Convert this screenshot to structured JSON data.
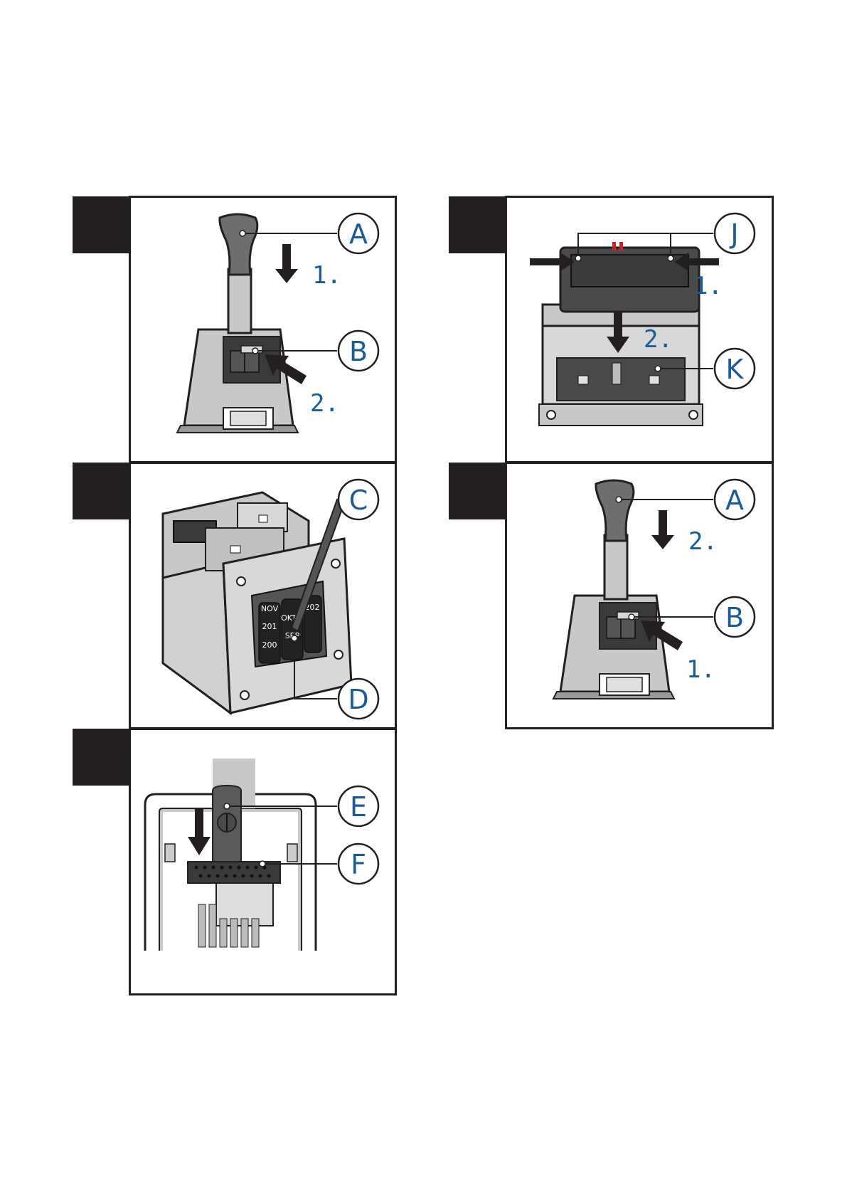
{
  "panels": [
    {
      "id": "panel-1",
      "callouts": [
        "A",
        "B"
      ],
      "steps": [
        "1.",
        "2."
      ]
    },
    {
      "id": "panel-2",
      "callouts": [
        "J",
        "K"
      ],
      "steps": [
        "1.",
        "2."
      ]
    },
    {
      "id": "panel-3",
      "callouts": [
        "C",
        "D"
      ],
      "wheel_labels": [
        "OKT",
        "201",
        "SEP",
        "200",
        "NOV",
        "202"
      ]
    },
    {
      "id": "panel-4",
      "callouts": [
        "A",
        "B"
      ],
      "steps": [
        "2.",
        "1."
      ]
    },
    {
      "id": "panel-5",
      "callouts": [
        "E",
        "F"
      ]
    }
  ],
  "colors": {
    "tab": "#231f20",
    "callout_text": "#1b5c96",
    "stamp_gray": "#c8c8c8",
    "knob_gray": "#6e6e6e",
    "dark_part": "#3a3a3a"
  }
}
